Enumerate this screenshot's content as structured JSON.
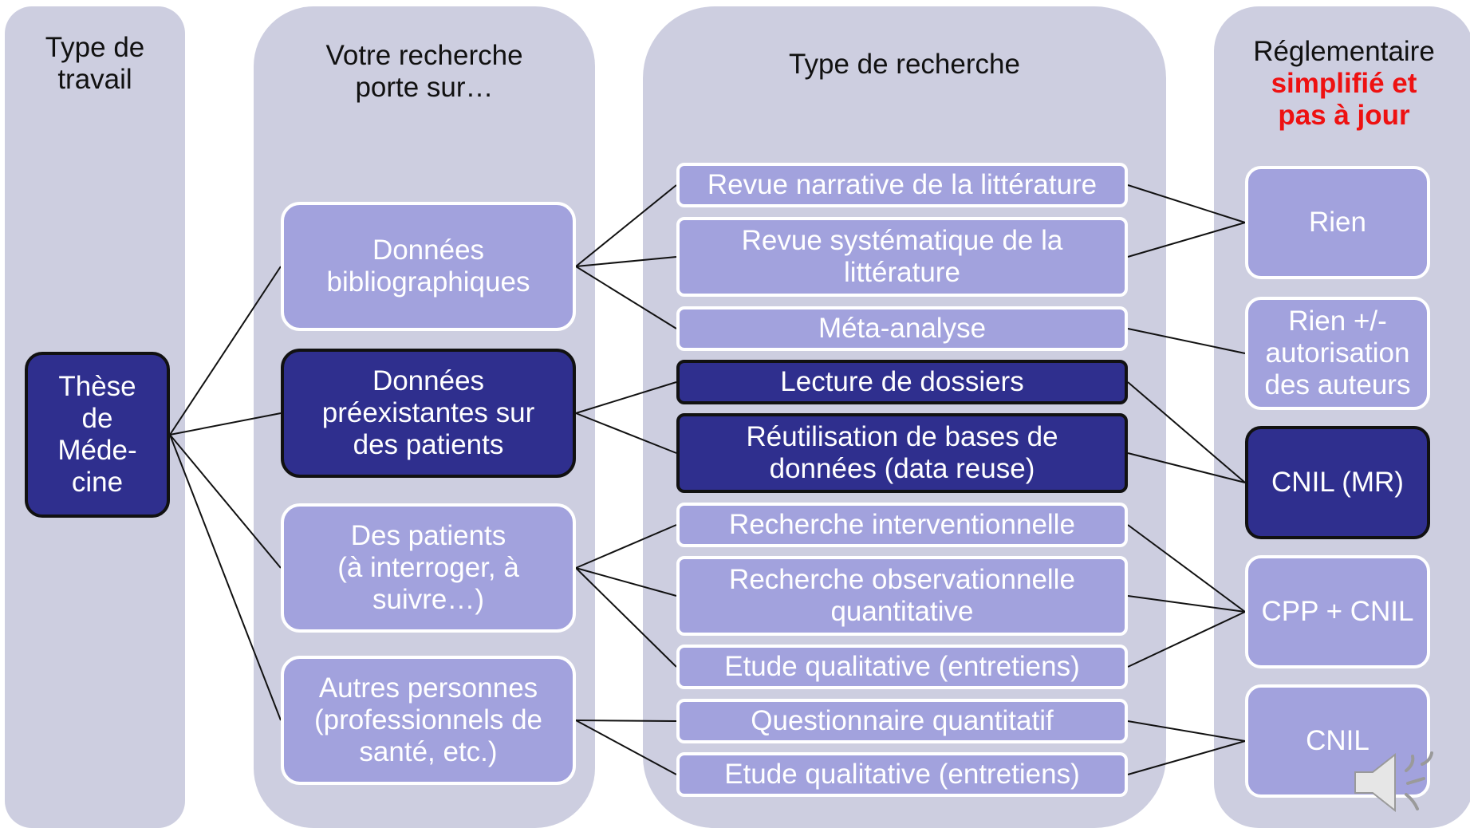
{
  "columns": {
    "col1_title": [
      "Type de",
      "travail"
    ],
    "col2_title": [
      "Votre recherche",
      "porte sur…"
    ],
    "col3_title": [
      "Type de recherche"
    ],
    "col4_title": [
      "Réglementaire"
    ],
    "col4_title_red": [
      "simplifié et",
      "pas à jour"
    ]
  },
  "work_type": {
    "lines": [
      "Thèse",
      "de",
      "Méde-",
      "cine"
    ]
  },
  "subjects": [
    {
      "lines": [
        "Données",
        "bibliographiques"
      ],
      "style": "light"
    },
    {
      "lines": [
        "Données",
        "préexistantes sur",
        "des patients"
      ],
      "style": "dark"
    },
    {
      "lines": [
        "Des patients",
        "(à interroger, à",
        "suivre…)"
      ],
      "style": "light"
    },
    {
      "lines": [
        "Autres personnes",
        "(professionnels de",
        "santé, etc.)"
      ],
      "style": "light"
    }
  ],
  "research_types": [
    {
      "lines": [
        "Revue narrative de la littérature"
      ],
      "style": "light"
    },
    {
      "lines": [
        "Revue systématique de la",
        "littérature"
      ],
      "style": "light"
    },
    {
      "lines": [
        "Méta-analyse"
      ],
      "style": "light"
    },
    {
      "lines": [
        "Lecture de dossiers"
      ],
      "style": "dark"
    },
    {
      "lines": [
        "Réutilisation de bases de",
        "données (data reuse)"
      ],
      "style": "dark"
    },
    {
      "lines": [
        "Recherche interventionnelle"
      ],
      "style": "light"
    },
    {
      "lines": [
        "Recherche observationnelle",
        "quantitative"
      ],
      "style": "light"
    },
    {
      "lines": [
        "Etude qualitative (entretiens)"
      ],
      "style": "light"
    },
    {
      "lines": [
        "Questionnaire quantitatif"
      ],
      "style": "light"
    },
    {
      "lines": [
        "Etude qualitative (entretiens)"
      ],
      "style": "light"
    }
  ],
  "regulatory": [
    {
      "lines": [
        "Rien"
      ],
      "style": "light"
    },
    {
      "lines": [
        "Rien +/-",
        "autorisation",
        "des auteurs"
      ],
      "style": "light"
    },
    {
      "lines": [
        "CNIL (MR)"
      ],
      "style": "dark"
    },
    {
      "lines": [
        "CPP + CNIL"
      ],
      "style": "light"
    },
    {
      "lines": [
        "CNIL"
      ],
      "style": "light"
    }
  ],
  "colors": {
    "column_bg": "#cdcee0",
    "light_box": "#a2a2dd",
    "dark_box": "#2f2f8e",
    "highlight": "#ee1111"
  },
  "icons": {
    "speaker": "speaker-icon"
  }
}
